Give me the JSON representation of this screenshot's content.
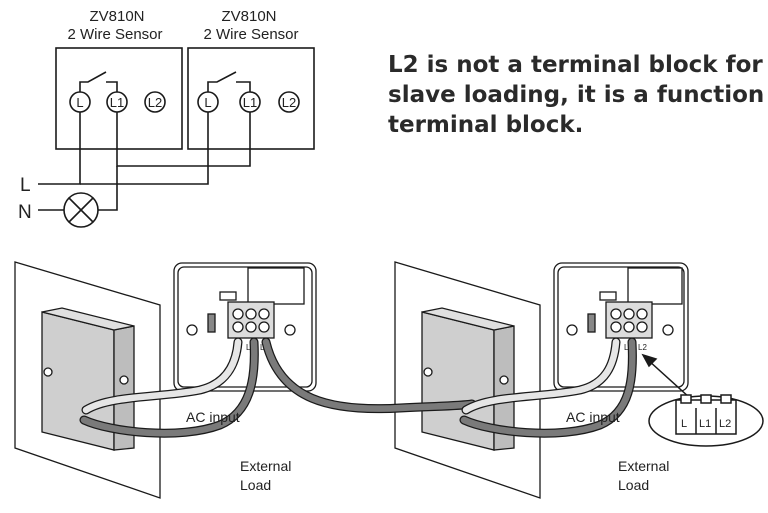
{
  "schematic": {
    "sensors": [
      {
        "model": "ZV810N",
        "subtitle": "2 Wire Sensor",
        "terminals": [
          "L",
          "L1",
          "L2"
        ]
      },
      {
        "model": "ZV810N",
        "subtitle": "2 Wire Sensor",
        "terminals": [
          "L",
          "L1",
          "L2"
        ]
      }
    ],
    "lines": {
      "live": "L",
      "neutral": "N"
    }
  },
  "note": {
    "lines": [
      "L2 is not a terminal block for",
      "slave loading, it is a function",
      "terminal block."
    ]
  },
  "installation": {
    "units": [
      {
        "terminal_marks": [
          "L",
          "L1",
          "L2"
        ],
        "input_label": "AC input",
        "load_label": [
          "External",
          "Load"
        ]
      },
      {
        "terminal_marks": [
          "L",
          "L1",
          "L2"
        ],
        "input_label": "AC input",
        "load_label": [
          "External",
          "Load"
        ]
      }
    ],
    "callout_terminals": [
      "L",
      "L1",
      "L2"
    ]
  },
  "colors": {
    "line": "#1a1a1a",
    "wall": "#ffffff",
    "box": "#c8c8c8",
    "cable_light": "#e6e6e6",
    "cable_dark": "#7a7a7a"
  }
}
